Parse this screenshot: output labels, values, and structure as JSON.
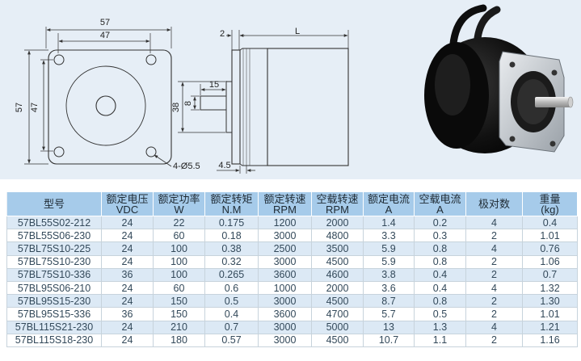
{
  "drawing": {
    "front_view": {
      "dim_outer_width": "57",
      "dim_hole_spacing_width": "47",
      "dim_outer_height": "57",
      "dim_hole_spacing_height": "47",
      "hole_callout": "4-Ø5.5"
    },
    "side_view": {
      "dim_flange": "2",
      "dim_length": "L",
      "dim_shaft_length": "15",
      "dim_boss_diameter": "38",
      "dim_shaft_diameter": "8",
      "dim_flange_thickness": "4.5"
    }
  },
  "table": {
    "headers": [
      [
        "型号",
        ""
      ],
      [
        "额定电压",
        "VDC"
      ],
      [
        "额定功率",
        "W"
      ],
      [
        "额定转矩",
        "N.M"
      ],
      [
        "额定转速",
        "RPM"
      ],
      [
        "空载转速",
        "RPM"
      ],
      [
        "额定电流",
        "A"
      ],
      [
        "空载电流",
        "A"
      ],
      [
        "极对数",
        ""
      ],
      [
        "重量",
        "(kg)"
      ]
    ],
    "rows": [
      [
        "57BL55S02-212",
        "24",
        "22",
        "0.175",
        "1200",
        "2000",
        "1.4",
        "0.2",
        "4",
        "0.4"
      ],
      [
        "57BL55S06-230",
        "24",
        "60",
        "0.18",
        "3000",
        "4800",
        "3.3",
        "0.3",
        "2",
        "1.01"
      ],
      [
        "57BL75S10-225",
        "24",
        "100",
        "0.38",
        "2500",
        "3500",
        "5.9",
        "0.8",
        "4",
        "0.76"
      ],
      [
        "57BL75S10-230",
        "24",
        "100",
        "0.32",
        "3000",
        "4500",
        "5.9",
        "0.8",
        "2",
        "1.06"
      ],
      [
        "57BL75S10-336",
        "36",
        "100",
        "0.265",
        "3600",
        "4600",
        "3.8",
        "0.4",
        "2",
        "0.7"
      ],
      [
        "57BL95S06-210",
        "24",
        "60",
        "0.6",
        "1000",
        "2000",
        "3.6",
        "0.4",
        "4",
        "1.32"
      ],
      [
        "57BL95S15-230",
        "24",
        "150",
        "0.5",
        "3000",
        "4500",
        "8.7",
        "0.8",
        "2",
        "1.30"
      ],
      [
        "57BL95S15-336",
        "36",
        "150",
        "0.4",
        "3600",
        "4700",
        "5.7",
        "0.5",
        "2",
        "1.01"
      ],
      [
        "57BL115S21-230",
        "24",
        "210",
        "0.7",
        "3000",
        "5000",
        "13",
        "1.3",
        "4",
        "1.21"
      ],
      [
        "57BL115S18-230",
        "24",
        "180",
        "0.57",
        "3000",
        "4500",
        "10.7",
        "1.1",
        "2",
        "1.16"
      ]
    ]
  }
}
